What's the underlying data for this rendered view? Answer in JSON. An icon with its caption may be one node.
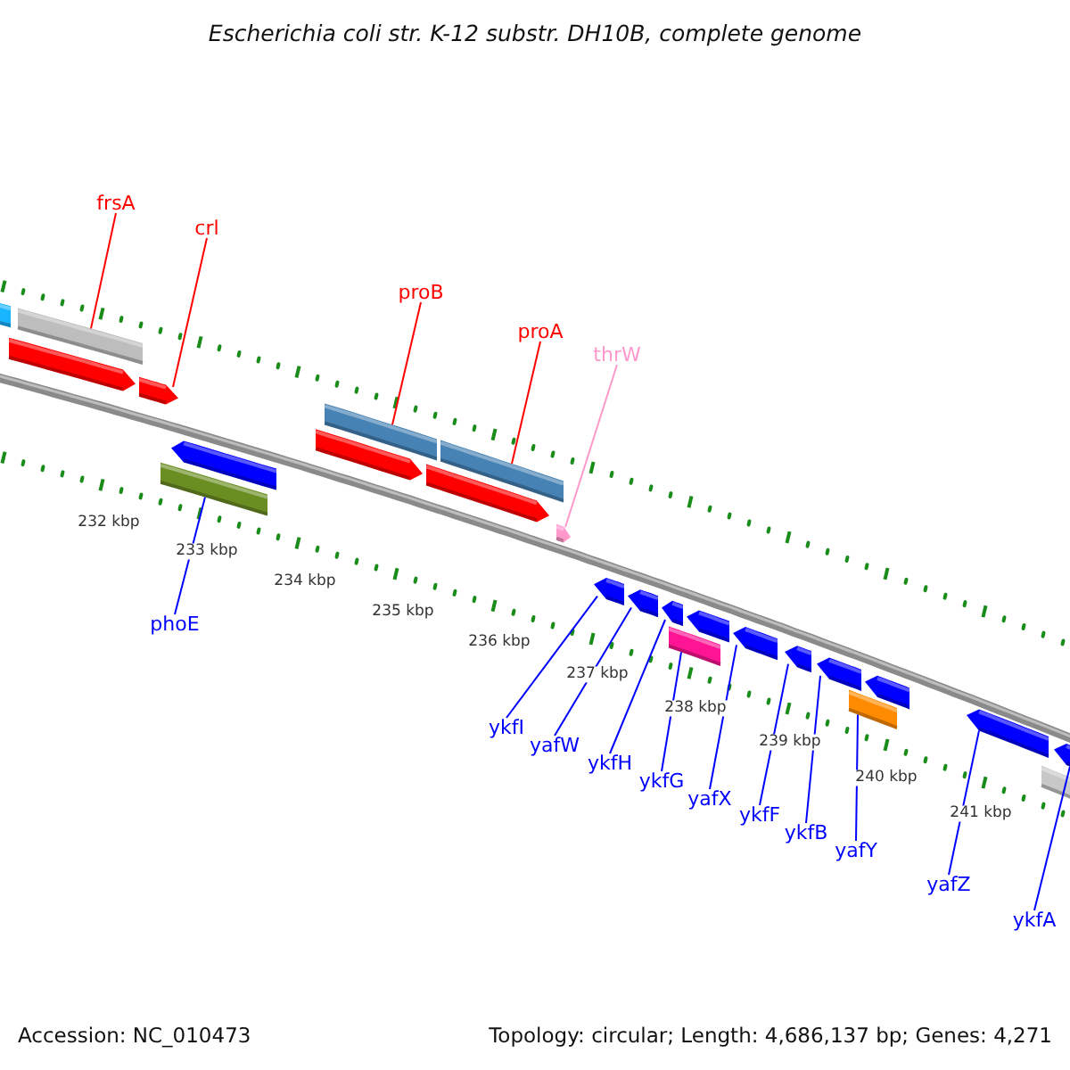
{
  "diagram": {
    "title": "Escherichia coli str. K-12 substr. DH10B, complete genome",
    "nodes": [
      {
        "text": [
          "frsA"
        ]
      },
      {
        "text": [
          "crl"
        ]
      },
      {
        "text": [
          "proB"
        ]
      },
      {
        "text": [
          "proA"
        ]
      },
      {
        "text": [
          "thrW"
        ]
      },
      {
        "text": [
          "phoE"
        ]
      },
      {
        "text": [
          "ykfI"
        ]
      },
      {
        "text": [
          "yafW"
        ]
      },
      {
        "text": [
          "ykfH"
        ]
      },
      {
        "text": [
          "ykfG"
        ]
      },
      {
        "text": [
          "yafX"
        ]
      },
      {
        "text": [
          "ykfF"
        ]
      },
      {
        "text": [
          "ykfB"
        ]
      },
      {
        "text": [
          "yafY"
        ]
      },
      {
        "text": [
          "yafZ"
        ]
      },
      {
        "text": [
          "ykfA"
        ]
      },
      {
        "text": [],
        "shape": "bar"
      },
      {
        "text": [],
        "shape": "arrow"
      },
      {
        "text": [],
        "shape": "bar"
      },
      {
        "text": [],
        "shape": "arrow"
      },
      {
        "text": [],
        "shape": "bar"
      },
      {
        "text": [],
        "shape": "arrow"
      },
      {
        "text": [],
        "shape": "arrow"
      },
      {
        "text": [],
        "shape": "bar"
      },
      {
        "text": [],
        "shape": "arrow"
      },
      {
        "text": [],
        "shape": "bar"
      },
      {
        "text": [],
        "shape": "arrow"
      },
      {
        "text": [],
        "shape": "arrow"
      },
      {
        "text": [],
        "shape": "arrow"
      },
      {
        "text": [],
        "shape": "arrow"
      },
      {
        "text": [],
        "shape": "bar"
      },
      {
        "text": [],
        "shape": "arrow"
      },
      {
        "text": [],
        "shape": "arrow"
      },
      {
        "text": [],
        "shape": "arrow"
      },
      {
        "text": [],
        "shape": "arrow"
      },
      {
        "text": [],
        "shape": "bar"
      },
      {
        "text": [],
        "shape": "arrow"
      },
      {
        "text": [],
        "shape": "arrow"
      },
      {
        "text": [],
        "shape": "bar"
      },
      {
        "text": [],
        "shape": "arrow"
      }
    ],
    "edges": [
      {
        "from": 0,
        "to": 18,
        "arrow": "none",
        "color": "#ff0000"
      },
      {
        "from": 1,
        "to": 19,
        "arrow": "none",
        "color": "#ff0000"
      },
      {
        "from": 2,
        "to": 23,
        "arrow": "none",
        "color": "#ff0000"
      },
      {
        "from": 3,
        "to": 25,
        "arrow": "none",
        "color": "#ff0000"
      },
      {
        "from": 4,
        "to": 26,
        "arrow": "none",
        "color": "#ff99cc"
      },
      {
        "from": 5,
        "to": 20,
        "arrow": "none"
      },
      {
        "from": 6,
        "to": 27,
        "arrow": "none"
      },
      {
        "from": 7,
        "to": 28,
        "arrow": "none"
      },
      {
        "from": 8,
        "to": 29,
        "arrow": "none"
      },
      {
        "from": 9,
        "to": 30,
        "arrow": "none"
      },
      {
        "from": 10,
        "to": 32,
        "arrow": "none"
      },
      {
        "from": 11,
        "to": 33,
        "arrow": "none"
      },
      {
        "from": 12,
        "to": 34,
        "arrow": "none"
      },
      {
        "from": 13,
        "to": 35,
        "arrow": "none"
      },
      {
        "from": 14,
        "to": 37,
        "arrow": "none"
      },
      {
        "from": 15,
        "to": 39,
        "arrow": "none"
      }
    ],
    "labels": [
      "232 kbp",
      "233 kbp",
      "234 kbp",
      "235 kbp",
      "236 kbp",
      "237 kbp",
      "238 kbp",
      "239 kbp",
      "240 kbp",
      "241 kbp",
      "Accession: NC_010473",
      "Topology: circular; Length: 4,686,137 bp; Genes: 4,271"
    ]
  }
}
